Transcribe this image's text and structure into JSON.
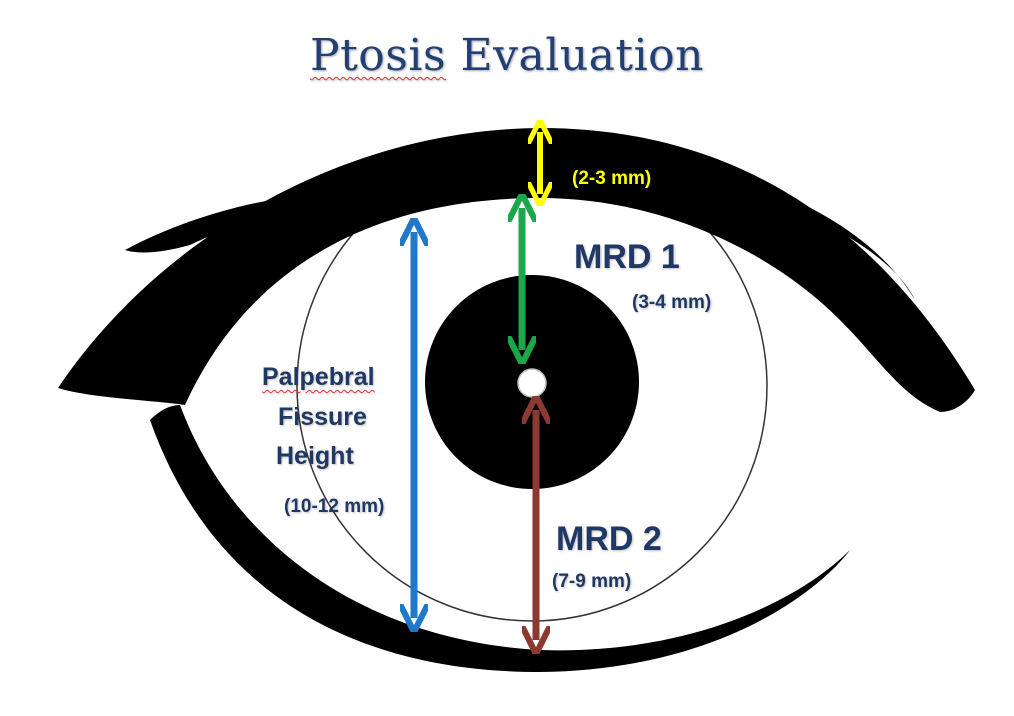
{
  "title": {
    "word1": "Ptosis",
    "word2": "Evaluation"
  },
  "labels": {
    "levator_margin": "(2-3 mm)",
    "mrd1": "MRD 1",
    "mrd1_range": "(3-4 mm)",
    "pfh_line1": "Palpebral",
    "pfh_line2": "Fissure",
    "pfh_line3": "Height",
    "pfh_range": "(10-12 mm)",
    "mrd2": "MRD 2",
    "mrd2_range": "(7-9 mm)"
  },
  "colors": {
    "title": "#243f73",
    "label": "#1f3864",
    "eyelid": "#000000",
    "levator_arrow": "#ffff00",
    "mrd1_arrow": "#1aa84a",
    "pfh_arrow": "#1f78c8",
    "mrd2_arrow": "#8b3a32"
  }
}
